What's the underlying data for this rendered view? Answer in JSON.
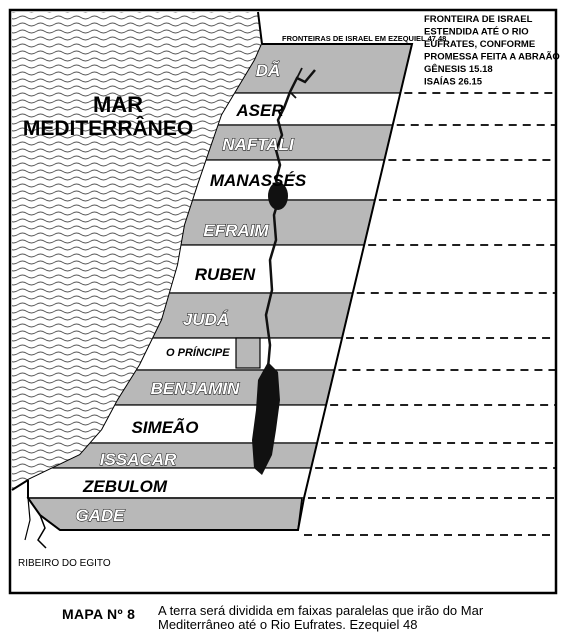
{
  "sea": {
    "line1": "MAR",
    "line2": "MEDITERRÂNEO"
  },
  "ezekiel_label": "FRONTEIRAS DE ISRAEL EM EZEQUIEL 47.48",
  "frontier_note": [
    "FRONTEIRA DE ISRAEL",
    "ESTENDIDA ATÉ O RIO",
    "EUFRATES, CONFORME",
    "PROMESSA FEITA A ABRAÃO",
    "GÊNESIS 15.18",
    "ISAÍAS 26.15"
  ],
  "tribes": [
    "DÃ",
    "ASER",
    "NAFTALI",
    "MANASSÉS",
    "EFRAIM",
    "RUBEN",
    "JUDÁ",
    "O PRÍNCIPE",
    "BENJAMIN",
    "SIMEÃO",
    "ISSACAR",
    "ZEBULOM",
    "GADE"
  ],
  "egypt_label": "RIBEIRO DO EGITO",
  "caption": {
    "label": "MAPA Nº 8",
    "text": "A terra será dividida em faixas paralelas que irão do Mar Mediterrâneo até o Rio Eufrates.   Ezequiel 48"
  },
  "colors": {
    "shaded": "#b8b8b8",
    "light": "#ffffff",
    "water": "#111111"
  }
}
